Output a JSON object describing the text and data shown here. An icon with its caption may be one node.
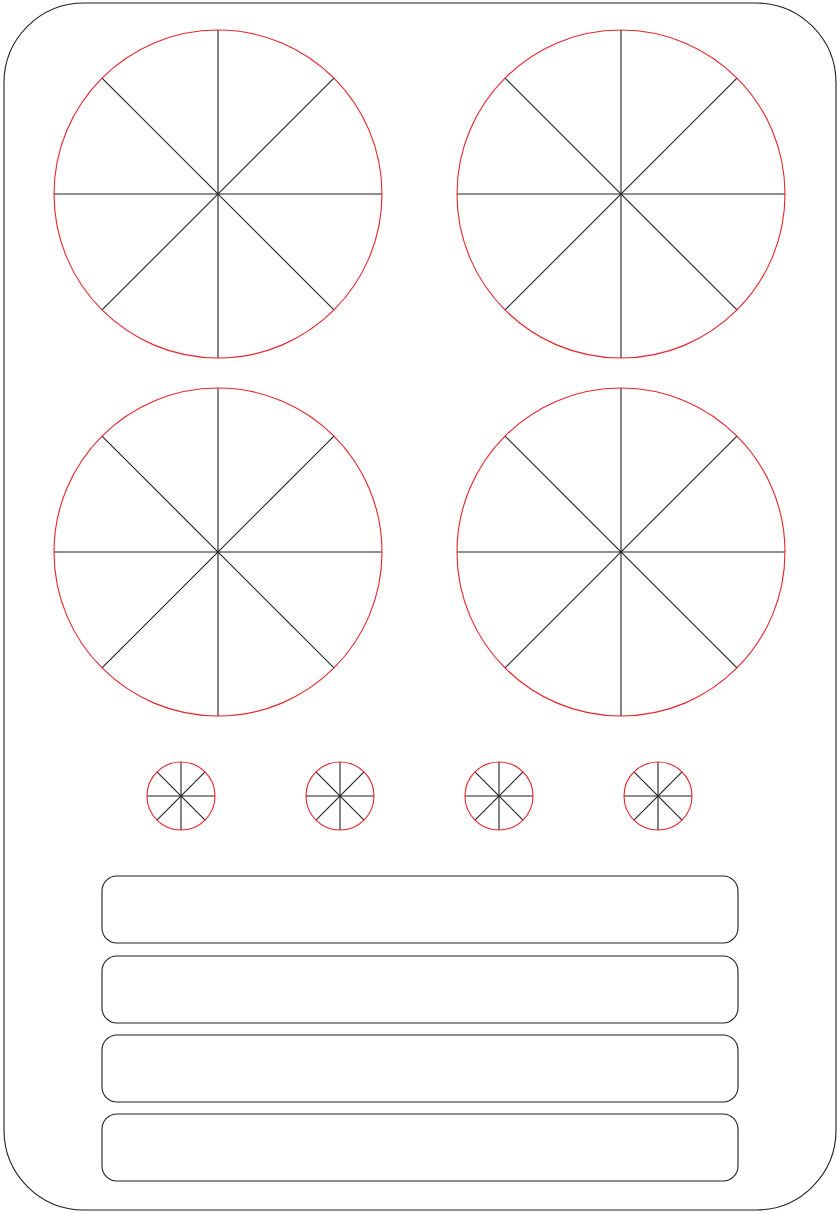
{
  "diagram": {
    "nodes": [
      {
        "text": [],
        "shape": "box"
      },
      {
        "text": [],
        "shape": "circle",
        "in": 0
      },
      {
        "text": [],
        "shape": "circle",
        "in": 0
      },
      {
        "text": [],
        "shape": "circle",
        "in": 0
      },
      {
        "text": [],
        "shape": "circle",
        "in": 0
      },
      {
        "text": [],
        "shape": "circle",
        "in": 0
      },
      {
        "text": [],
        "shape": "circle",
        "in": 0
      },
      {
        "text": [],
        "shape": "circle",
        "in": 0
      },
      {
        "text": [],
        "shape": "circle",
        "in": 0
      },
      {
        "text": [],
        "shape": "box",
        "in": 0
      },
      {
        "text": [],
        "shape": "box",
        "in": 0
      },
      {
        "text": [],
        "shape": "box",
        "in": 0
      },
      {
        "text": [],
        "shape": "box",
        "in": 0
      }
    ]
  }
}
